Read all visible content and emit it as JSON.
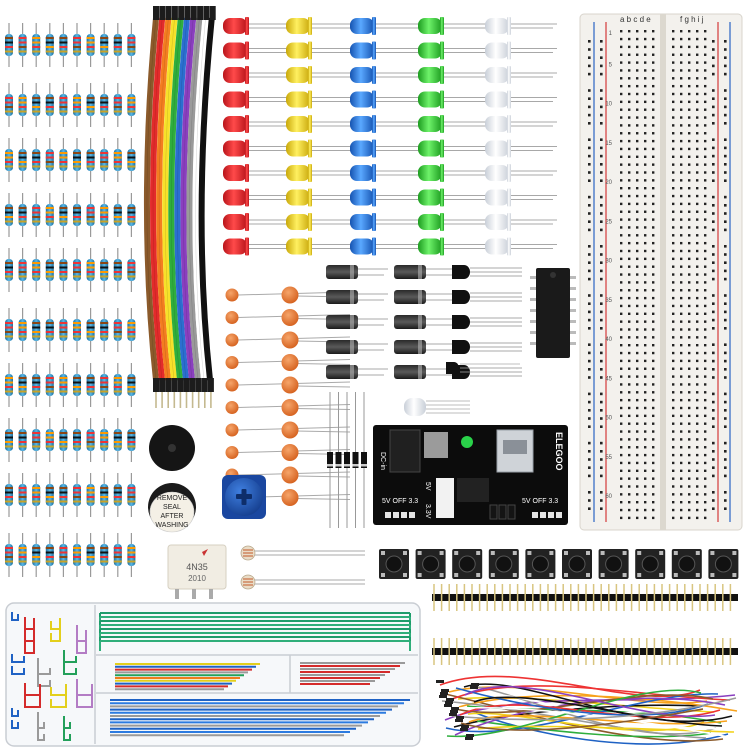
{
  "breadboard": {
    "column_letters_left": "a b c d e",
    "column_letters_right": "f g h i j",
    "row_numbers": [
      "1",
      "5",
      "10",
      "15",
      "20",
      "25",
      "30",
      "35",
      "40",
      "45",
      "50",
      "55",
      "60"
    ]
  },
  "buzzer_sticker": {
    "line1": "REMOVE",
    "line2": "SEAL",
    "line3": "AFTER",
    "line4": "WASHING"
  },
  "optocoupler": {
    "part": "4N35",
    "code": "2010"
  },
  "power_module": {
    "brand": "ELEGOO",
    "dc_label": "DC-in",
    "left_rail": "5V OFF 3.3",
    "right_rail": "5V OFF 3.3",
    "mid_5v": "5V",
    "mid_33v": "3.3V"
  },
  "colors": {
    "led_red": "#e8262b",
    "led_yellow": "#f2d21b",
    "led_blue": "#2e7fe0",
    "led_green": "#38c93a",
    "led_white": "#eef1f5",
    "resistor_body": "#3d9fd1",
    "ceramic_cap": "#e6772f",
    "breadboard": "#f3f1ed",
    "rail_red": "#d43a3a",
    "rail_blue": "#2b63c4",
    "pcb": "#0c0c0c",
    "pot": "#1f56b4",
    "ribbon": [
      "#8b5a2b",
      "#e32b2b",
      "#f47d20",
      "#f7e12a",
      "#2fae3d",
      "#2b6fd0",
      "#8a3fbf",
      "#9a9a9a",
      "#ffffff",
      "#111111"
    ]
  }
}
